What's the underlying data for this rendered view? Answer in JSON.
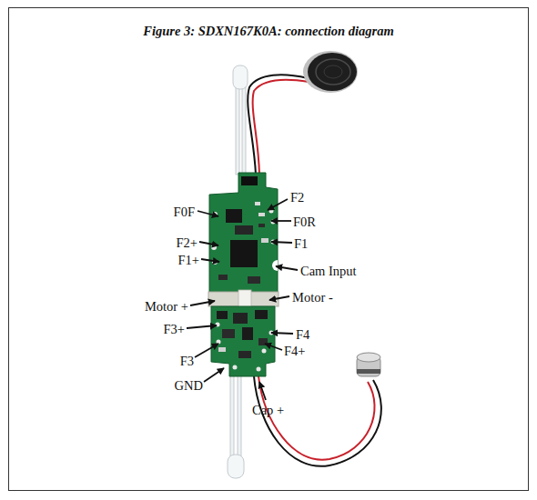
{
  "diagram": {
    "title": "Figure 3: SDXN167K0A: connection diagram",
    "labels": [
      "F2",
      "F0F",
      "F0R",
      "F2+",
      "F1",
      "F1+",
      "Cam Input",
      "Motor -",
      "Motor +",
      "F3+",
      "F4",
      "F4+",
      "F3",
      "GND",
      "Cap +"
    ]
  }
}
